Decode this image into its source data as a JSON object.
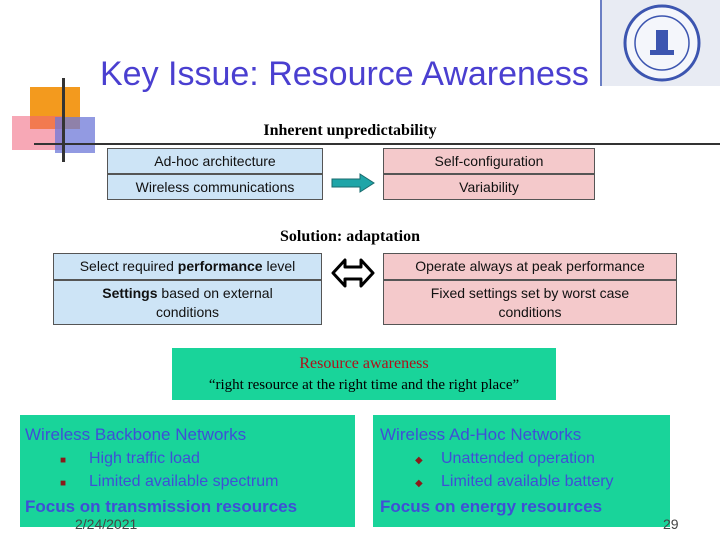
{
  "slide": {
    "title": "Key Issue: Resource Awareness",
    "date": "2/24/2021",
    "page_number": "29"
  },
  "top_section": {
    "heading": "Inherent unpredictability",
    "left_boxes": [
      "Ad-hoc architecture",
      "Wireless communications"
    ],
    "right_boxes": [
      "Self-configuration",
      "Variability"
    ]
  },
  "solution_section": {
    "heading": "Solution: adaptation",
    "left_box_1": {
      "text_a": "Select required ",
      "bold": "performance",
      "text_b": " level"
    },
    "left_box_2": {
      "bold": "Settings",
      "text": " based on external conditions"
    },
    "right_box_1": "Operate always at peak performance",
    "right_box_2": "Fixed settings set by worst case conditions"
  },
  "awareness": {
    "title": "Resource awareness",
    "quote": "“right resource at the right time and the right place”"
  },
  "backbone_pane": {
    "title": "Wireless Backbone Networks",
    "bullets": [
      "High traffic load",
      "Limited available spectrum"
    ],
    "focus": "Focus on transmission resources"
  },
  "adhoc_pane": {
    "title": "Wireless Ad-Hoc Networks",
    "bullets": [
      "Unattended operation",
      "Limited available battery"
    ],
    "focus": "Focus on energy resources"
  },
  "colors": {
    "title": "#4a3fd0",
    "accent_blue": "#3f4fd6",
    "box_blue": "#cde4f6",
    "box_pink": "#f4c9cb",
    "green": "#19d49a",
    "arrow_teal": "#1fa5a8"
  }
}
